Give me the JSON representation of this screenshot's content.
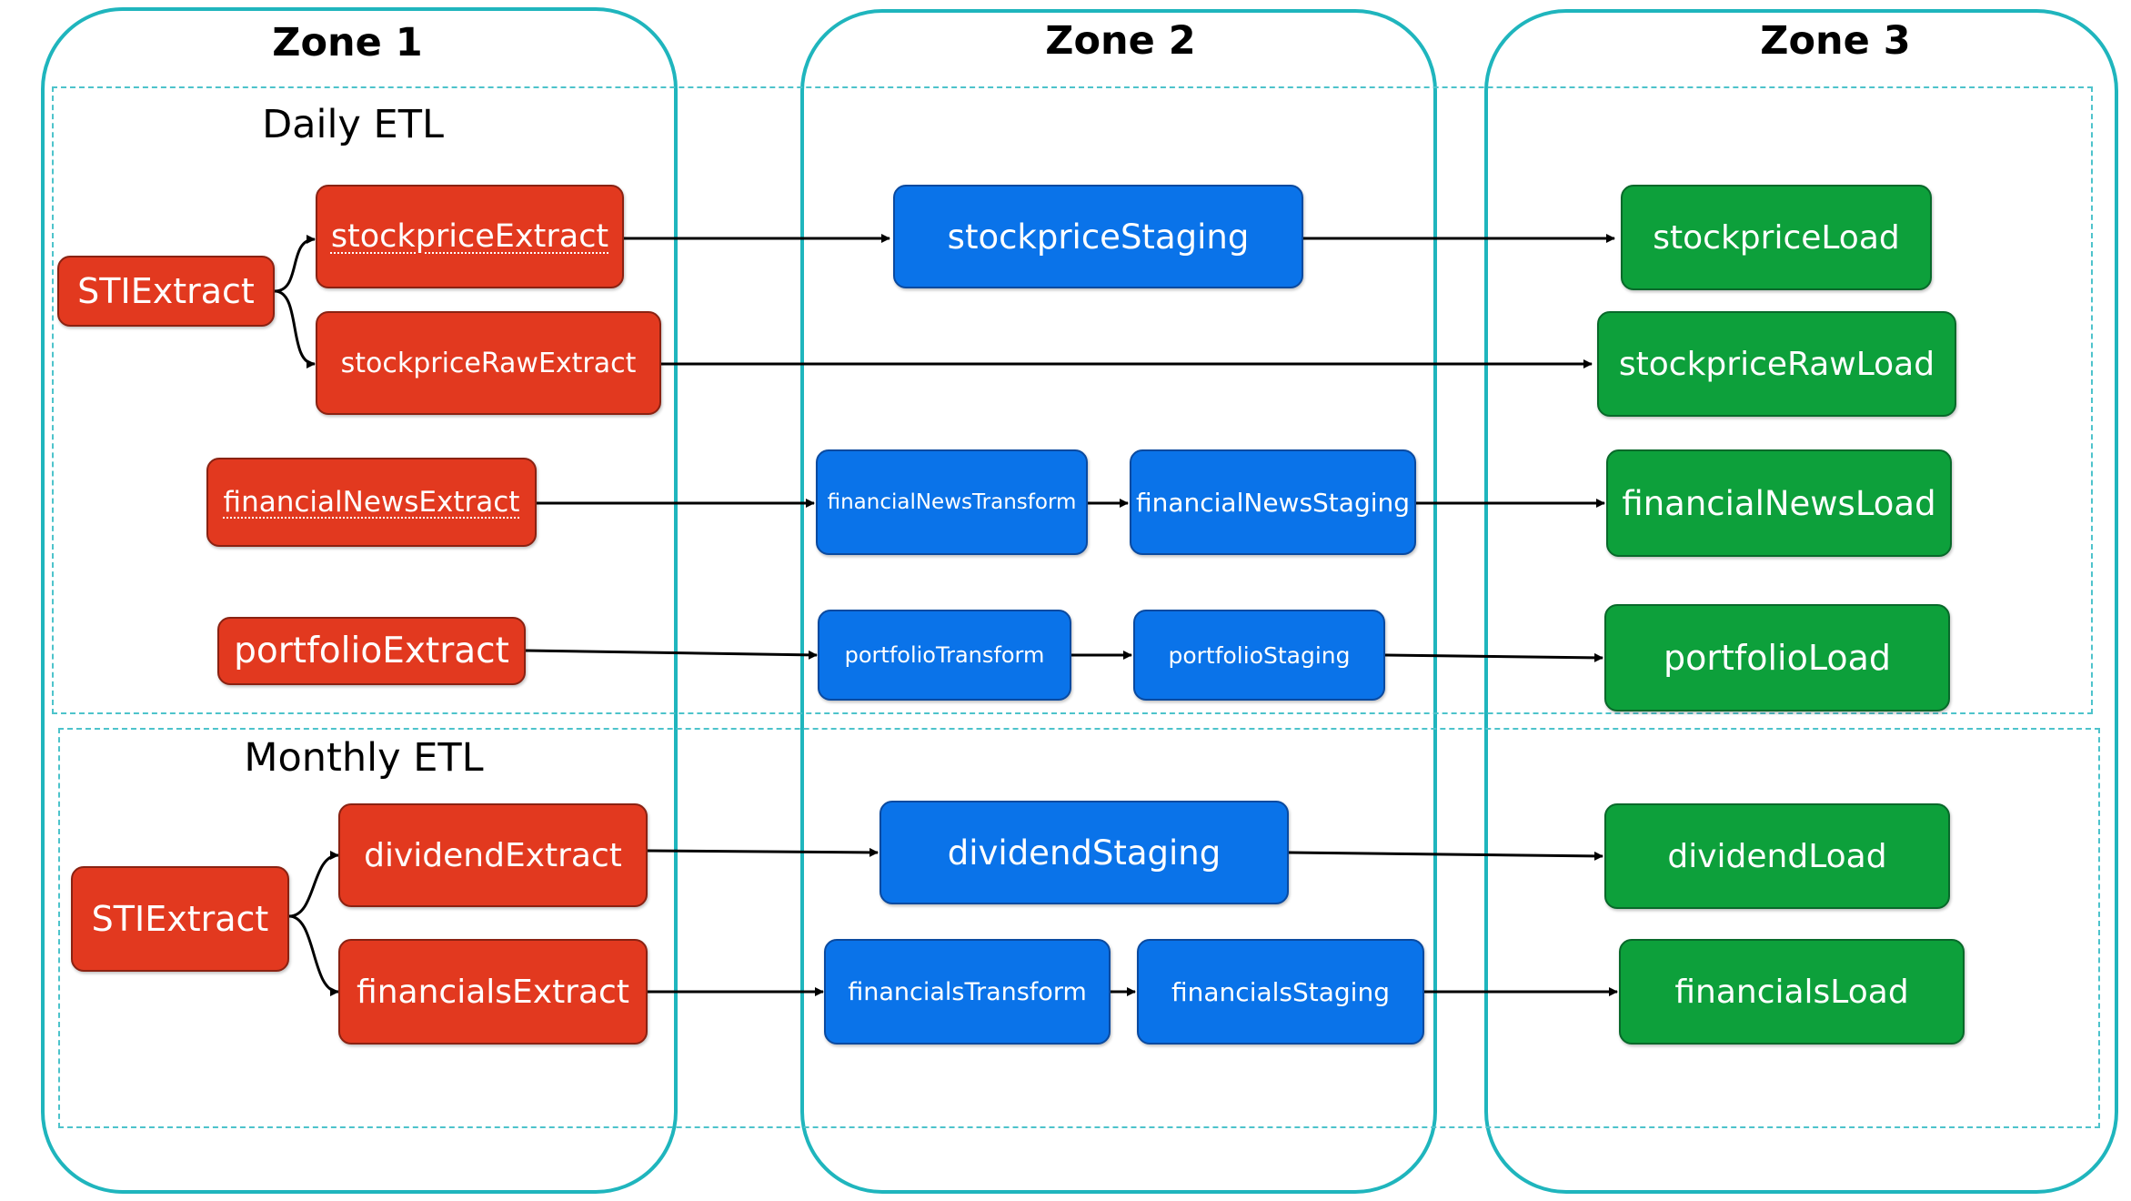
{
  "zones": {
    "z1": "Zone 1",
    "z2": "Zone 2",
    "z3": "Zone 3"
  },
  "groups": {
    "daily": "Daily ETL",
    "monthly": "Monthly ETL"
  },
  "nodes": {
    "sti_daily": "STIExtract",
    "stockprice_extract": "stockpriceExtract",
    "stockprice_raw_extract": "stockpriceRawExtract",
    "financial_news_extract": "financialNewsExtract",
    "portfolio_extract": "portfolioExtract",
    "stockprice_staging": "stockpriceStaging",
    "financial_news_transform": "financialNewsTransform",
    "financial_news_staging": "financialNewsStaging",
    "portfolio_transform": "portfolioTransform",
    "portfolio_staging": "portfolioStaging",
    "stockprice_load": "stockpriceLoad",
    "stockprice_raw_load": "stockpriceRawLoad",
    "financial_news_load": "financialNewsLoad",
    "portfolio_load": "portfolioLoad",
    "sti_monthly": "STIExtract",
    "dividend_extract": "dividendExtract",
    "financials_extract": "financialsExtract",
    "dividend_staging": "dividendStaging",
    "financials_transform": "financialsTransform",
    "financials_staging": "financialsStaging",
    "dividend_load": "dividendLoad",
    "financials_load": "financialsLoad"
  },
  "colors": {
    "extract": "#e2391f",
    "staging": "#0a73e9",
    "load": "#0da03b",
    "zone_border": "#1fb5bd"
  }
}
